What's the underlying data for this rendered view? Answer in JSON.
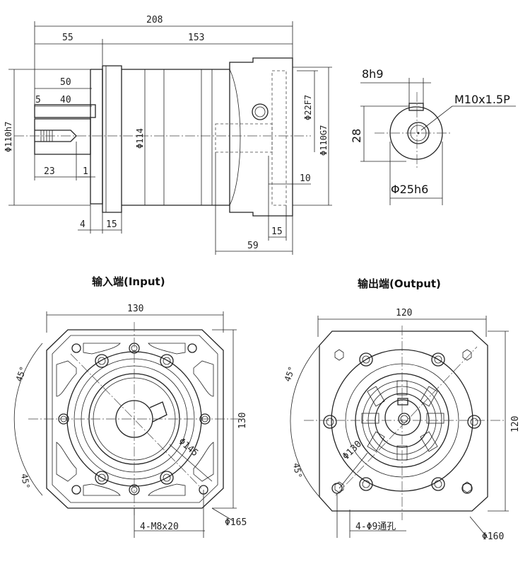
{
  "side_view": {
    "dims": {
      "overall_length": "208",
      "input_length": "55",
      "body_length": "153",
      "shaft_length": "50",
      "key_offset": "5",
      "key_length": "40",
      "tap_depth": "23",
      "chamfer": "1",
      "flange_step": "4",
      "flange_thickness": "15",
      "bore_depth": "10",
      "bore_step": "15",
      "output_depth": "59",
      "shaft_dia": "Φ110h7",
      "body_dia": "Φ114",
      "bore_dia": "Φ22F7",
      "pilot_dia": "Φ110G7"
    }
  },
  "shaft_section": {
    "key_width": "8h9",
    "thread": "M10x1.5P",
    "key_height": "28",
    "shaft_dia": "Φ25h6"
  },
  "input_view": {
    "title": "输入端(Input)",
    "width": "130",
    "height": "130",
    "angle_top": "45°",
    "angle_bottom": "45°",
    "pcd": "Φ145",
    "holes": "4-M8x20",
    "circle": "Φ165"
  },
  "output_view": {
    "title": "输出端(Output)",
    "width": "120",
    "height": "120",
    "angle_top": "45°",
    "angle_bottom": "45°",
    "pcd": "Φ130",
    "holes": "4-Φ9通孔",
    "circle": "Φ160"
  }
}
